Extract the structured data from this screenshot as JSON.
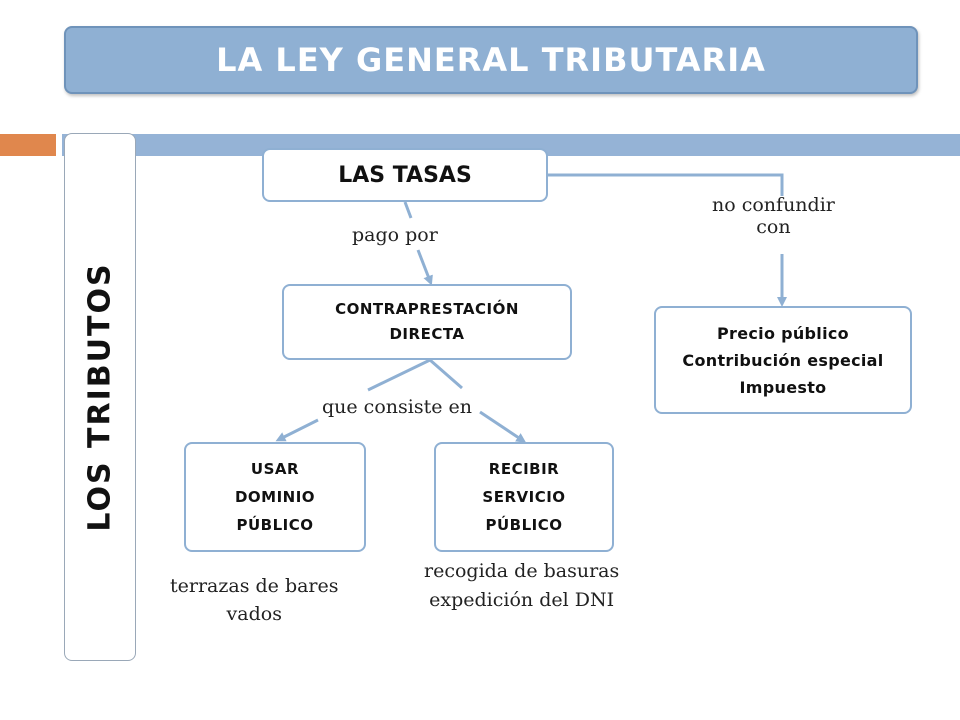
{
  "title": "LA LEY GENERAL TRIBUTARIA",
  "side_label": "LOS TRIBUTOS",
  "nodes": {
    "tasas": "LAS TASAS",
    "contraprestacion": [
      "CONTRAPRESTACIÓN",
      "DIRECTA"
    ],
    "precio": [
      "Precio público",
      "Contribución especial",
      "Impuesto"
    ],
    "usar": [
      "USAR",
      "DOMINIO",
      "PÚBLICO"
    ],
    "recibir": [
      "RECIBIR",
      "SERVICIO",
      "PÚBLICO"
    ]
  },
  "labels": {
    "pago_por": "pago por",
    "no_confundir": [
      "no confundir",
      "con"
    ],
    "que_consiste": "que consiste en",
    "ejemplos_usar": [
      "terrazas de bares",
      "vados"
    ],
    "ejemplos_recibir": [
      "recogida de basuras",
      "expedición del DNI"
    ]
  },
  "colors": {
    "title_fill": "#8fb0d3",
    "accent_bar": "#95b3d6",
    "orange_bar": "#e0874d",
    "connector": "#8fb0d3"
  }
}
